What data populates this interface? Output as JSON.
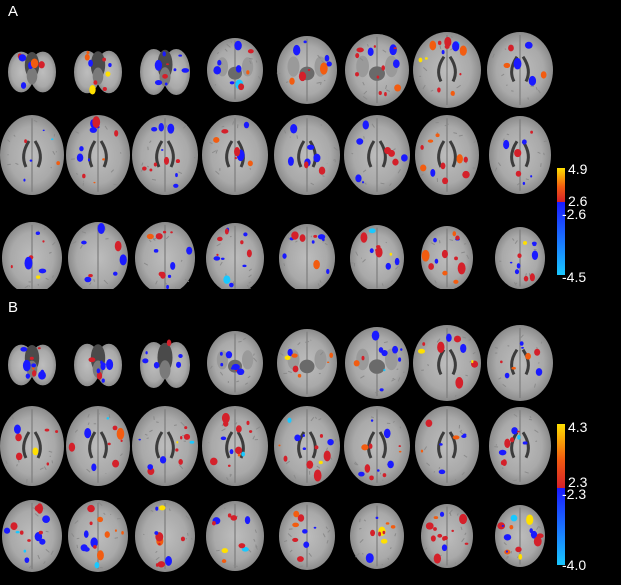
{
  "panels": [
    {
      "id": "A",
      "label": "A",
      "colorbar": {
        "pos_max": "4.9",
        "pos_min": "2.6",
        "neg_min": "-2.6",
        "neg_max": "-4.5"
      }
    },
    {
      "id": "B",
      "label": "B",
      "colorbar": {
        "pos_max": "4.3",
        "pos_min": "2.3",
        "neg_min": "-2.3",
        "neg_max": "-4.0"
      }
    }
  ],
  "colors": {
    "background": "#000000",
    "positive_low": "#d4202a",
    "positive_mid": "#f25c10",
    "positive_high": "#ffe000",
    "negative_low": "#1a1aff",
    "negative_high": "#19c8ff"
  }
}
